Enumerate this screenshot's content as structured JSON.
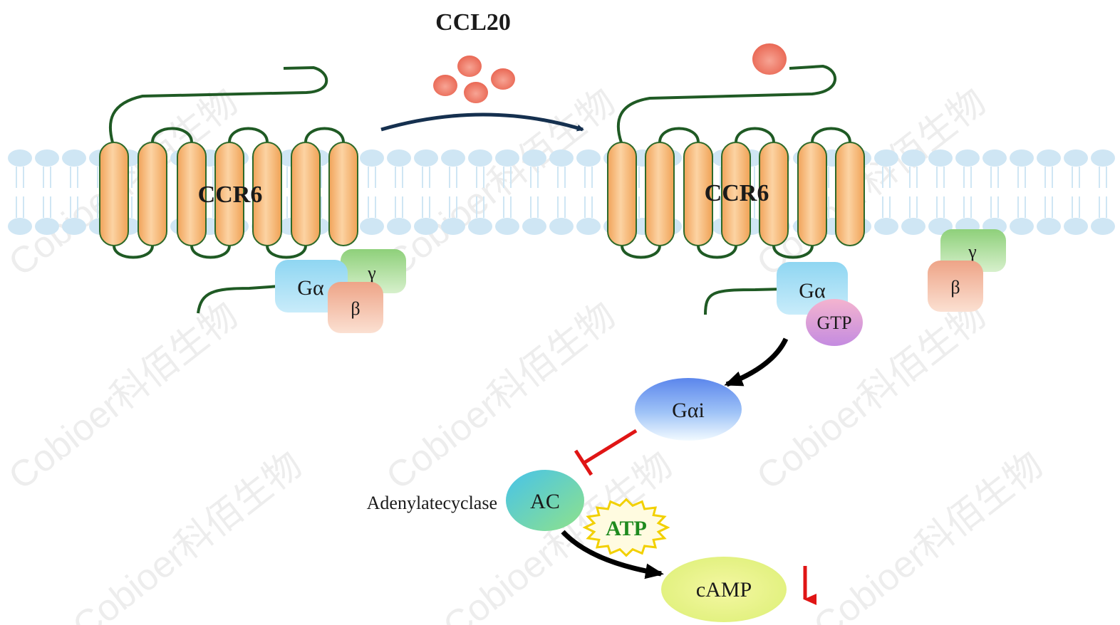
{
  "ligand": {
    "label": "CCL20"
  },
  "receptor_left": {
    "label": "CCR6"
  },
  "receptor_right": {
    "label": "CCR6"
  },
  "g_protein_left": {
    "alpha": "Gα",
    "beta": "β",
    "gamma": "γ"
  },
  "g_protein_right": {
    "alpha": "Gα",
    "gtp": "GTP",
    "beta": "β",
    "gamma": "γ"
  },
  "galpha_i": {
    "label": "Gαi"
  },
  "adenylate_cyclase": {
    "label": "AC",
    "caption": "Adenylatecyclase"
  },
  "atp": {
    "label": "ATP"
  },
  "camp": {
    "label": "cAMP"
  },
  "watermark": {
    "text": "Cobioer科佰生物"
  },
  "colors": {
    "helix": "#f6b56f",
    "helix_outline": "#2e6a2a",
    "loop": "#1f5a24",
    "lipid": "#cfe6f4",
    "ccl20": "#ec6f5c",
    "inhibit": "#e01515",
    "down_arrow": "#e01515",
    "atp_text": "#1e8a1e",
    "atp_burst": "#f2d000"
  }
}
